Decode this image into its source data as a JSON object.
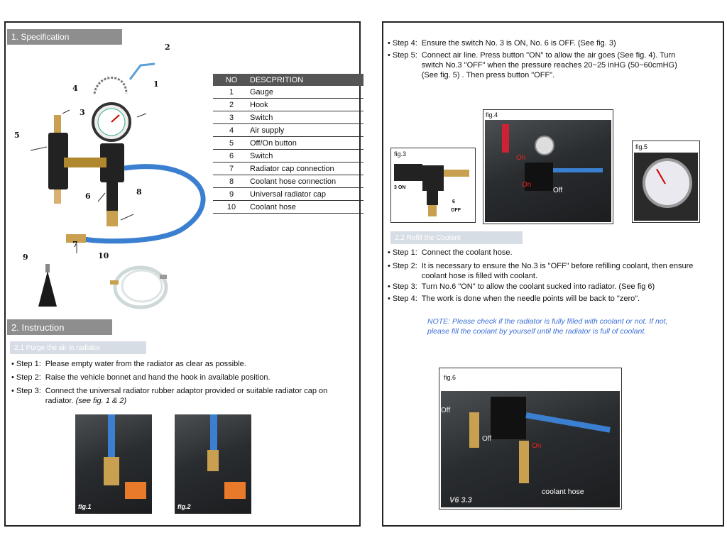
{
  "left": {
    "spec_header": "1. Specification",
    "callouts": {
      "n1": "1",
      "n2": "2",
      "n3": "3",
      "n4": "4",
      "n5": "5",
      "n6": "6",
      "n7": "7",
      "n8": "8",
      "n9": "9",
      "n10": "10"
    },
    "table": {
      "col_no": "NO",
      "col_desc": "DESCPRITION",
      "rows": [
        {
          "no": "1",
          "desc": "Gauge"
        },
        {
          "no": "2",
          "desc": "Hook"
        },
        {
          "no": "3",
          "desc": "Switch"
        },
        {
          "no": "4",
          "desc": "Air supply"
        },
        {
          "no": "5",
          "desc": "Off/On button"
        },
        {
          "no": "6",
          "desc": "Switch"
        },
        {
          "no": "7",
          "desc": "Radiator cap connection"
        },
        {
          "no": "8",
          "desc": "Coolant hose connection"
        },
        {
          "no": "9",
          "desc": "Universal radiator cap"
        },
        {
          "no": "10",
          "desc": "Coolant hose"
        }
      ]
    },
    "instruction_header": "2. Instruction",
    "purge_header": "2.1 Purge the air in radiator",
    "steps": [
      {
        "label": "• Step 1:",
        "text": "Please empty water from the radiator as clear as possible."
      },
      {
        "label": "• Step 2:",
        "text": "Raise the vehicle bonnet and hand the hook in available position."
      },
      {
        "label": "• Step 3:",
        "text": "Connect the universal radiator rubber adaptor provided or suitable radiator cap on radiator.",
        "ref": "(see fig. 1 & 2)"
      }
    ],
    "fig1": "fig.1",
    "fig2": "fig.2"
  },
  "right": {
    "steps_top": [
      {
        "label": "• Step 4:",
        "text": "Ensure the switch No. 3 is ON, No. 6 is OFF. (See fig. 3)"
      },
      {
        "label": "• Step 5:",
        "text": "Connect air line. Press button \"ON\" to allow the air goes (See fig. 4). Turn switch No.3 \"OFF\" when the pressure reaches 20~25 inHG (50~60cmHG) (See fig. 5) . Then press button \"OFF\"."
      }
    ],
    "fig3": {
      "caption": "fig.3",
      "on_label": "3 ON",
      "off_num": "6",
      "off_label": "OFF"
    },
    "fig4": {
      "caption": "fig.4",
      "on1": "On",
      "on2": "On",
      "off": "Off"
    },
    "fig5": {
      "caption": "fig.5"
    },
    "refill_header": "2.2 Refill the Coolant",
    "steps_refill": [
      {
        "label": "• Step 1:",
        "text": "Connect the coolant hose."
      },
      {
        "label": "• Step 2:",
        "text": "It is necessary to ensure the No.3 is \"OFF\" before refilling coolant, then ensure coolant hose is filled with coolant."
      },
      {
        "label": "• Step 3:",
        "text": "Turn No.6 \"ON\" to allow the coolant sucked into radiator. (See fig 6)"
      },
      {
        "label": "• Step 4:",
        "text": "The work is done when the needle points will be back to \"zero\"."
      }
    ],
    "note": "NOTE: Please check if the radiator is fully filled with coolant or not. If not, please fill the coolant by yourself until the radiator is full of coolant.",
    "fig6": {
      "caption": "fig.6",
      "off1": "Off",
      "off2": "Off",
      "on": "On",
      "hose": "coolant hose",
      "engine": "V6 3.3"
    }
  }
}
